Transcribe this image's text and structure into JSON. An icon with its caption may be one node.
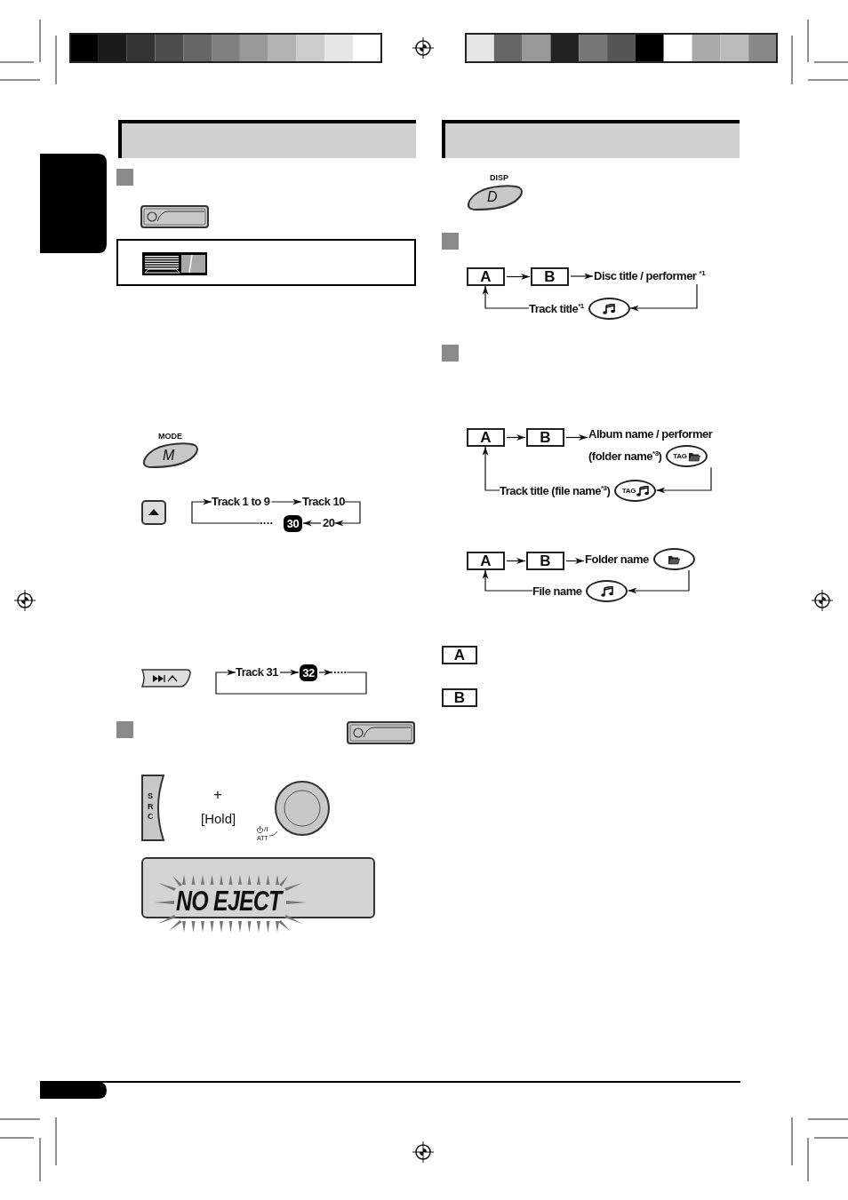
{
  "diagram": {
    "nodes": [
      {
        "text": [
          "Track 1 to 9"
        ]
      },
      {
        "text": [
          "Track 10"
        ]
      },
      {
        "text": [
          "····"
        ]
      },
      {
        "text": [
          "30"
        ]
      },
      {
        "text": [
          "20"
        ]
      },
      {
        "text": [
          "Track 31"
        ]
      },
      {
        "text": [
          "32"
        ]
      },
      {
        "text": [
          "····"
        ]
      },
      {
        "text": [
          "A"
        ]
      },
      {
        "text": [
          "B"
        ]
      },
      {
        "text": [
          "Disc title / performer $^{*1}$"
        ]
      },
      {
        "text": [
          "Track title$^{*1}$"
        ]
      },
      {
        "text": [
          "A"
        ]
      },
      {
        "text": [
          "B"
        ]
      },
      {
        "text": [
          "Album name / performer (folder name$^{*3}$)",
          "TAG"
        ]
      },
      {
        "text": [
          "Track title (file name$^{*3}$)",
          "TAG"
        ]
      },
      {
        "text": [
          "A"
        ]
      },
      {
        "text": [
          "B"
        ]
      },
      {
        "text": [
          "Folder name"
        ]
      },
      {
        "text": [
          "File name"
        ]
      },
      {
        "text": [
          "A"
        ]
      },
      {
        "text": [
          "B"
        ]
      }
    ],
    "edges": [
      {
        "from": 0,
        "to": 1,
        "arrow": "to"
      },
      {
        "from": 1,
        "to": 4,
        "arrow": "to"
      },
      {
        "from": 4,
        "to": 3,
        "arrow": "to"
      },
      {
        "from": 2,
        "to": 0,
        "arrow": "to"
      },
      {
        "from": 5,
        "to": 6,
        "arrow": "to"
      },
      {
        "from": 6,
        "to": 7,
        "arrow": "to"
      },
      {
        "from": 7,
        "to": 5,
        "arrow": "to"
      },
      {
        "from": 8,
        "to": 9,
        "arrow": "to"
      },
      {
        "from": 9,
        "to": 10,
        "arrow": "to"
      },
      {
        "from": 10,
        "to": 11,
        "arrow": "to"
      },
      {
        "from": 11,
        "to": 8,
        "arrow": "to"
      },
      {
        "from": 12,
        "to": 13,
        "arrow": "to"
      },
      {
        "from": 13,
        "to": 14,
        "arrow": "to"
      },
      {
        "from": 14,
        "to": 15,
        "arrow": "to"
      },
      {
        "from": 15,
        "to": 12,
        "arrow": "to"
      },
      {
        "from": 16,
        "to": 17,
        "arrow": "to"
      },
      {
        "from": 17,
        "to": 18,
        "arrow": "to"
      },
      {
        "from": 18,
        "to": 19,
        "arrow": "to"
      },
      {
        "from": 19,
        "to": 16,
        "arrow": "to"
      }
    ],
    "labels": [
      "MODE",
      "M",
      "SRC",
      "+",
      "[Hold]",
      "/I",
      "ATT",
      "NO EJECT",
      "DISP",
      "D"
    ]
  }
}
